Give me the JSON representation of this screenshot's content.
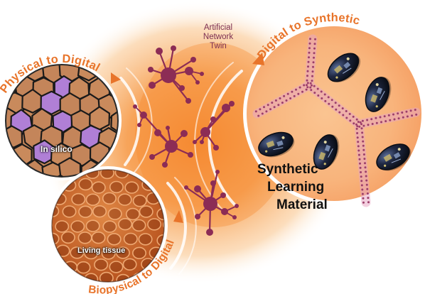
{
  "labels": {
    "physical_to_digital": "Physical to Digital",
    "digital_to_synthetic": "Digital to Synthetic",
    "biopysical_to_digital": "Biopysical to Digital",
    "artificial_network_twin": [
      "Artificial",
      "Network",
      "Twin"
    ],
    "in_silico": "In silico",
    "living_tissue": "Living tissue",
    "synthetic_learning_material": [
      "Synthetic",
      "Learning",
      "Material"
    ]
  },
  "colors": {
    "arrow_orange": "#e8742a",
    "network_node": "#8c2c55",
    "glow_core": "#f7913d",
    "cell_fill": "#c98a5c",
    "cell_highlight": "#b07fd6",
    "tissue": "#c8692c",
    "robot_body": "#1a2130"
  }
}
